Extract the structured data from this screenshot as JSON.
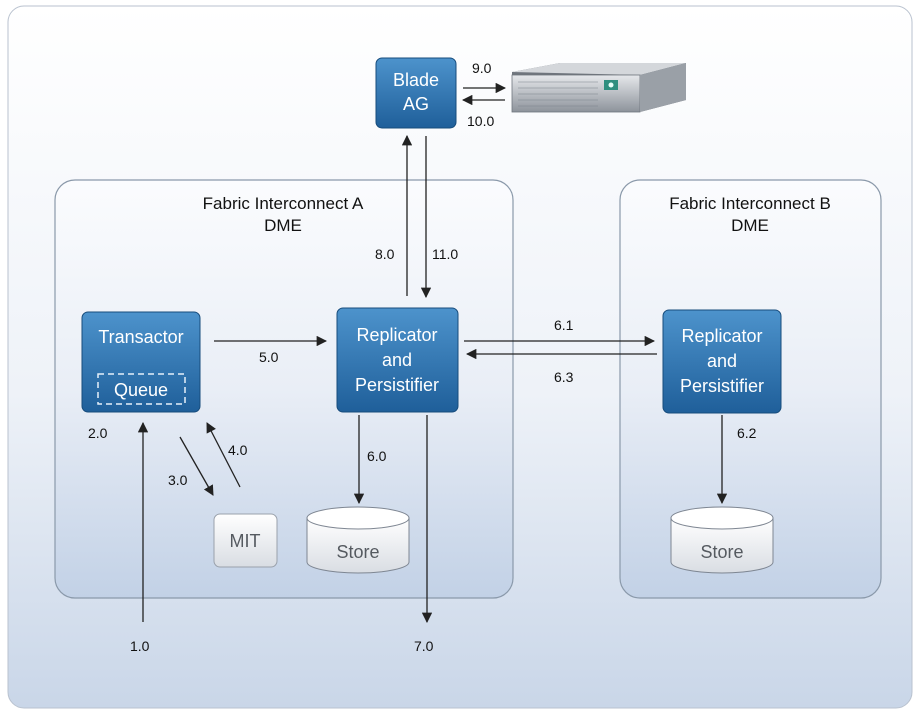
{
  "diagram": {
    "blade_ag": {
      "line1": "Blade",
      "line2": "AG"
    },
    "fabric_a": {
      "title_line1": "Fabric Interconnect A",
      "title_line2": "DME"
    },
    "fabric_b": {
      "title_line1": "Fabric Interconnect B",
      "title_line2": "DME"
    },
    "transactor": {
      "label": "Transactor",
      "queue_label": "Queue"
    },
    "replicator_a": {
      "line1": "Replicator",
      "line2": "and",
      "line3": "Persistifier"
    },
    "replicator_b": {
      "line1": "Replicator",
      "line2": "and",
      "line3": "Persistifier"
    },
    "mit": {
      "label": "MIT"
    },
    "store_a": {
      "label": "Store"
    },
    "store_b": {
      "label": "Store"
    },
    "steps": {
      "s1_0": "1.0",
      "s2_0": "2.0",
      "s3_0": "3.0",
      "s4_0": "4.0",
      "s5_0": "5.0",
      "s6_0": "6.0",
      "s6_1": "6.1",
      "s6_2": "6.2",
      "s6_3": "6.3",
      "s7_0": "7.0",
      "s8_0": "8.0",
      "s9_0": "9.0",
      "s10_0": "10.0",
      "s11_0": "11.0"
    },
    "server_icon": "blade-server-chassis-icon",
    "colors": {
      "node_dark": "#1f5f9a",
      "node_light": "#4a90c8",
      "panel_stroke": "#8a99aa",
      "arrow": "#222222"
    }
  }
}
